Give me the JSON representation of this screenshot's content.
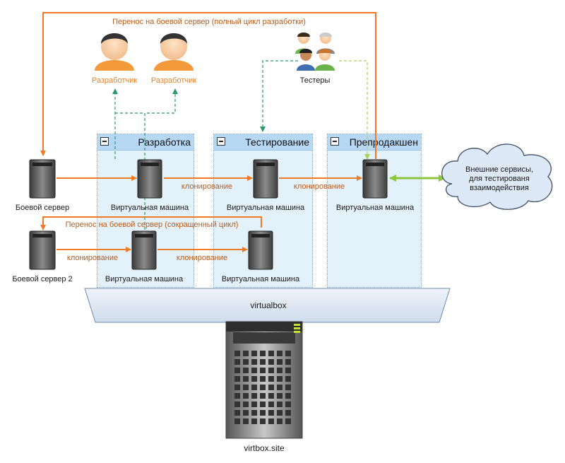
{
  "labels": {
    "transfer_full": "Перенос на боевой сервер (полный цикл разработки)",
    "transfer_short": "Перенос на боевой сервер (сокращенный цикл)",
    "developer_1": "Разработчик",
    "developer_2": "Разработчик",
    "testers": "Тестеры",
    "prod_server": "Боевой сервер",
    "prod_server_2": "Боевой сервер 2",
    "vm_1": "Виртуальная машина",
    "vm_2": "Виртуальная машина",
    "vm_3": "Виртуальная машина",
    "vm_4": "Виртуальная машина",
    "vm_5": "Виртуальная машина",
    "clone_1": "клонирование",
    "clone_2": "клонирование",
    "clone_3": "клонирование",
    "clone_4": "клонирование",
    "external_services": "Внешние сервисы, для тестированя взаимодействия",
    "virtualbox": "virtualbox",
    "host": "virtbox.site"
  },
  "lanes": {
    "development": "Разработка",
    "testing": "Тестирование",
    "preproduction": "Препродакшен"
  },
  "colors": {
    "orange_arrow": "#f07b26",
    "green_dashed": "#2a9a6a",
    "lime_dashed": "#a8d35a",
    "green_arrow": "#8cc63e",
    "lane_bg": "#e3f1fb",
    "lane_header": "#b6d8f5",
    "vbox_bg": "#e0eaf5",
    "cloud_bg": "#dde9f6"
  },
  "icons": {
    "server": "server-icon",
    "developer": "developer-icon",
    "testers": "testers-group-icon",
    "cloud": "cloud-icon",
    "lane_toggle": "minus-box-icon"
  }
}
